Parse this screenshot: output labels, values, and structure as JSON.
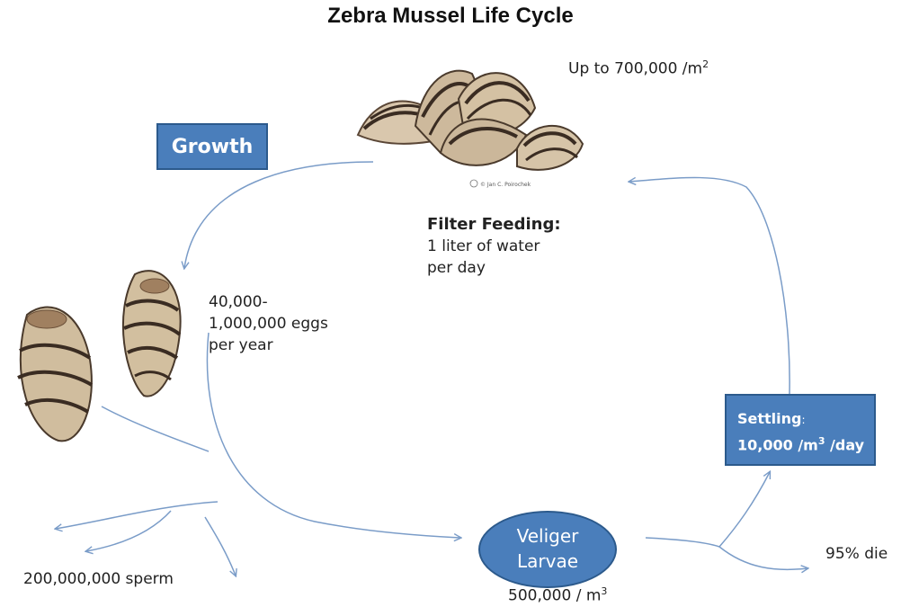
{
  "title": "Zebra Mussel Life Cycle",
  "density_top": {
    "text": "Up to 700,000 /m",
    "sup": "2"
  },
  "growth_label": "Growth",
  "filter": {
    "heading": "Filter Feeding:",
    "line1": "1 liter of water",
    "line2": "per day"
  },
  "photo_credit": "© Jan C. Poirochek",
  "eggs": {
    "line1": "40,000-",
    "line2": "1,000,000 eggs",
    "line3": "per year"
  },
  "sperm": "200,000,000 sperm",
  "veliger": {
    "line1": "Veliger",
    "line2": "Larvae"
  },
  "veliger_density": {
    "text": "500,000 / m",
    "sup": "3"
  },
  "settling": {
    "label": "Settling",
    "colon": ":",
    "rate": "10,000 /m",
    "sup": "3",
    "rate_tail": " /day"
  },
  "die_rate": "95% die",
  "colors": {
    "box_fill": "#4a7ebb",
    "box_border": "#2c5a8c",
    "arrow": "#7a9cc8"
  }
}
